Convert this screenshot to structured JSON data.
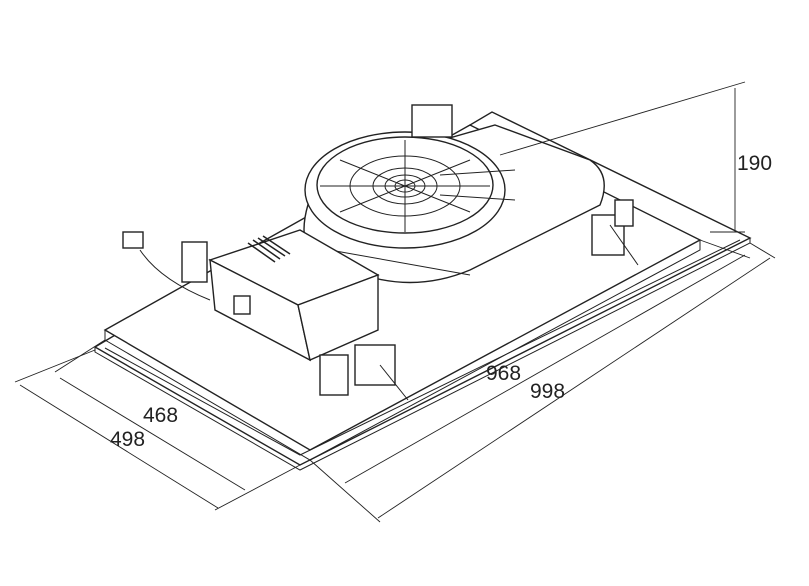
{
  "title": "Hood dimension drawing",
  "dimensions": {
    "height": "190",
    "inner_length": "968",
    "outer_length": "998",
    "inner_depth": "468",
    "outer_depth": "498"
  }
}
